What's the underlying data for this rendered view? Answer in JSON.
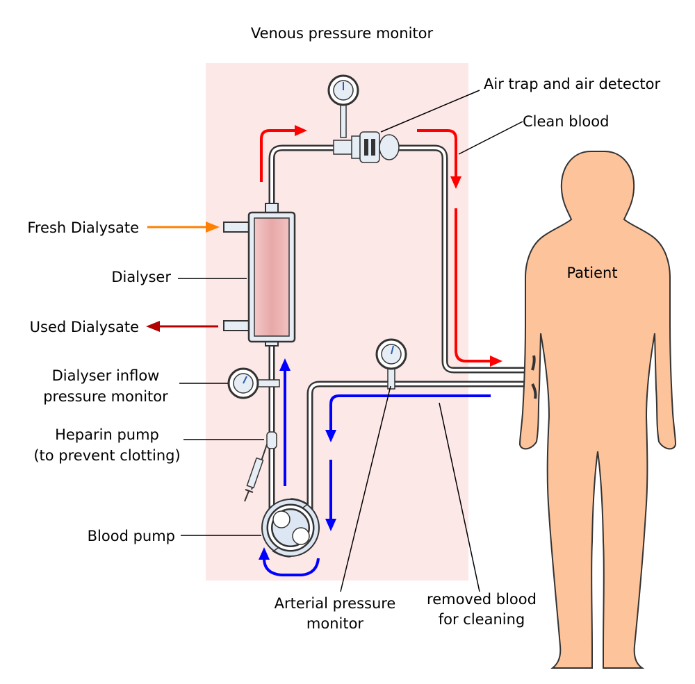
{
  "labels": {
    "venous_pressure_monitor": "Venous pressure monitor",
    "air_trap": "Air trap and air detector",
    "clean_blood": "Clean blood",
    "fresh_dialysate": "Fresh Dialysate",
    "dialyser": "Dialyser",
    "used_dialysate": "Used Dialysate",
    "dialyser_inflow_line1": "Dialyser inflow",
    "dialyser_inflow_line2": "pressure monitor",
    "heparin_line1": "Heparin pump",
    "heparin_line2": "(to prevent clotting)",
    "blood_pump": "Blood pump",
    "arterial_line1": "Arterial pressure",
    "arterial_line2": "monitor",
    "removed_line1": "removed blood",
    "removed_line2": "for cleaning",
    "patient": "Patient"
  },
  "colors": {
    "machine_area": "#fde8e8",
    "clean_flow": "#ff0000",
    "dirty_flow": "#0000ff",
    "fresh_dialysate_arrow": "#ff7f00",
    "used_dialysate_arrow": "#b30000",
    "patient_skin": "#fdc39b",
    "dialyser_fill": "#e7a8a8"
  }
}
